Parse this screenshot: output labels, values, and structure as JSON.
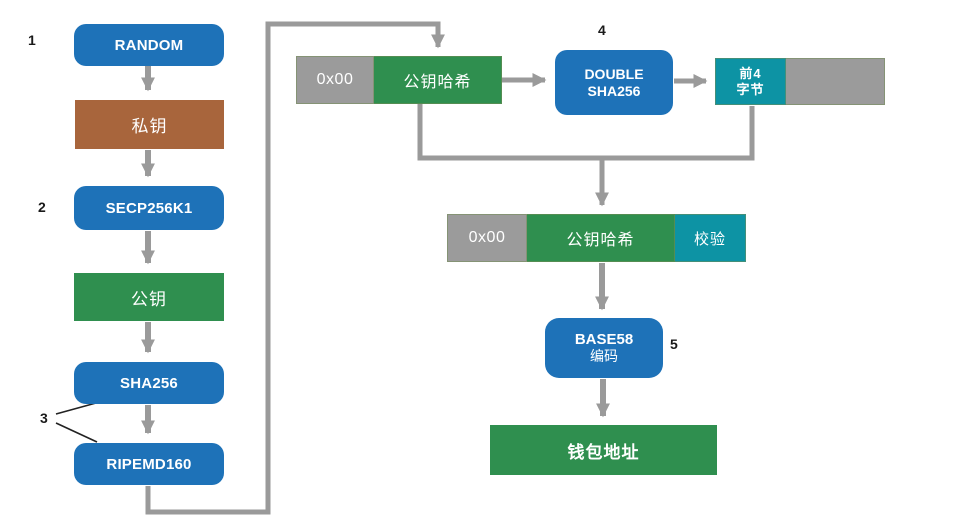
{
  "diagram": {
    "description": "Bitcoin wallet address generation flowchart",
    "colors": {
      "blue": "#1E72B8",
      "brown": "#A8653C",
      "green": "#2F8F4F",
      "teal": "#0D93A4",
      "gray": "#9B9B9B",
      "arrow": "#9A9A9A",
      "label": "#1A1A1A"
    },
    "step_labels": {
      "one": "1",
      "two": "2",
      "three": "3",
      "four": "4",
      "five": "5"
    },
    "nodes": {
      "random": "RANDOM",
      "private_key": "私钥",
      "secp256k1": "SECP256K1",
      "public_key": "公钥",
      "sha256": "SHA256",
      "ripemd160": "RIPEMD160",
      "double_sha256_line1": "DOUBLE",
      "double_sha256_line2": "SHA256",
      "base58_line1": "BASE58",
      "base58_line2": "编码",
      "wallet_address": "钱包地址"
    },
    "bars": {
      "top": {
        "prefix": "0x00",
        "hash": "公钥哈希"
      },
      "first4": {
        "line1": "前4",
        "line2": "字节"
      },
      "final": {
        "prefix": "0x00",
        "hash": "公钥哈希",
        "check": "校验"
      }
    }
  }
}
